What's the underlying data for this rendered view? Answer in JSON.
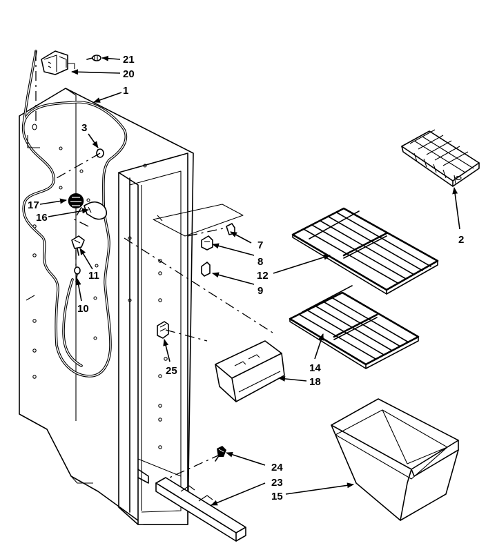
{
  "callouts": {
    "c1": "1",
    "c2": "2",
    "c3": "3",
    "c7": "7",
    "c8": "8",
    "c9": "9",
    "c10": "10",
    "c11": "11",
    "c12": "12",
    "c14": "14",
    "c15": "15",
    "c16": "16",
    "c17": "17",
    "c18": "18",
    "c20": "20",
    "c21": "21",
    "c23": "23",
    "c24": "24",
    "c25": "25"
  },
  "colors": {
    "line": "#000000",
    "background": "#ffffff"
  }
}
